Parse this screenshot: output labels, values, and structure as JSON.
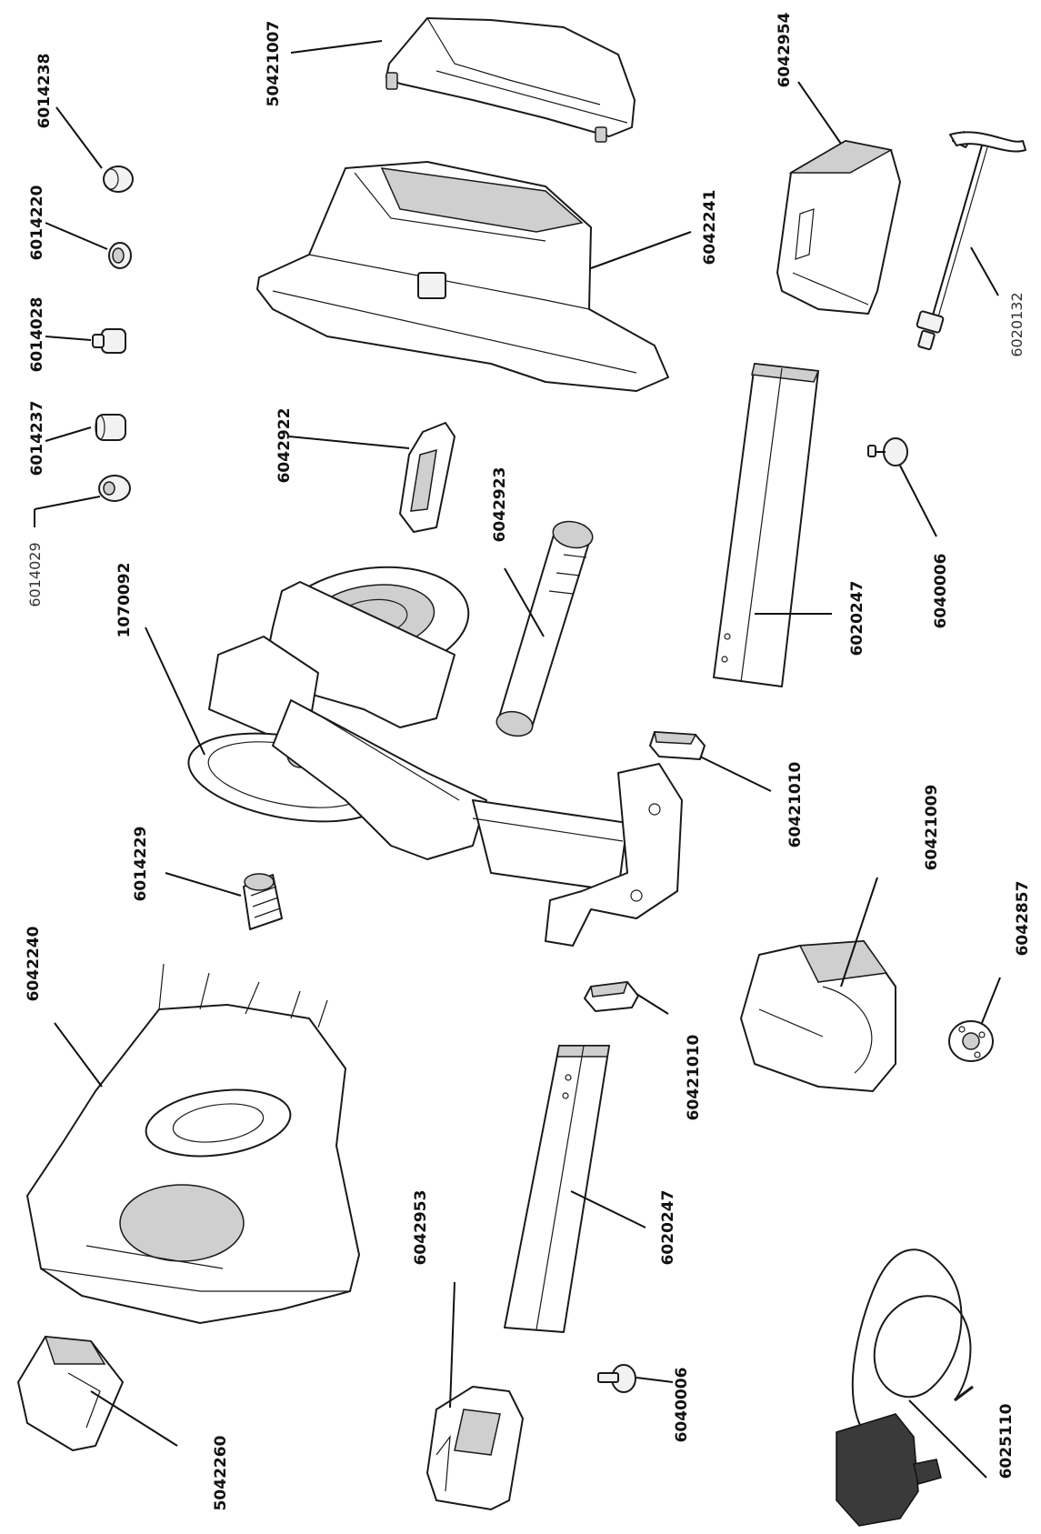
{
  "parts": {
    "p6014238": "6014238",
    "p6014220": "6014220",
    "p6014028": "6014028",
    "p6014237": "6014237",
    "p6014029": "6014029",
    "p50421007": "50421007",
    "p6042241": "6042241",
    "p6042954": "6042954",
    "p6020132": "6020132",
    "p6042922": "6042922",
    "p6042923": "6042923",
    "p1070092": "1070092",
    "p6020247_top": "6020247",
    "p6040006_top": "6040006",
    "p60421010_top": "60421010",
    "p60421009": "60421009",
    "p6014229": "6014229",
    "p6042240": "6042240",
    "p60421010_bottom": "60421010",
    "p6042857": "6042857",
    "p6020247_bottom": "6020247",
    "p6042953": "6042953",
    "p6040006_bottom": "6040006",
    "p5042260": "5042260",
    "p6025110": "6025110"
  },
  "colors": {
    "line": "#111111",
    "part_fill": "#f2f2f2",
    "shade": "#cfcfcf",
    "adapter": "#3a3a3a"
  }
}
